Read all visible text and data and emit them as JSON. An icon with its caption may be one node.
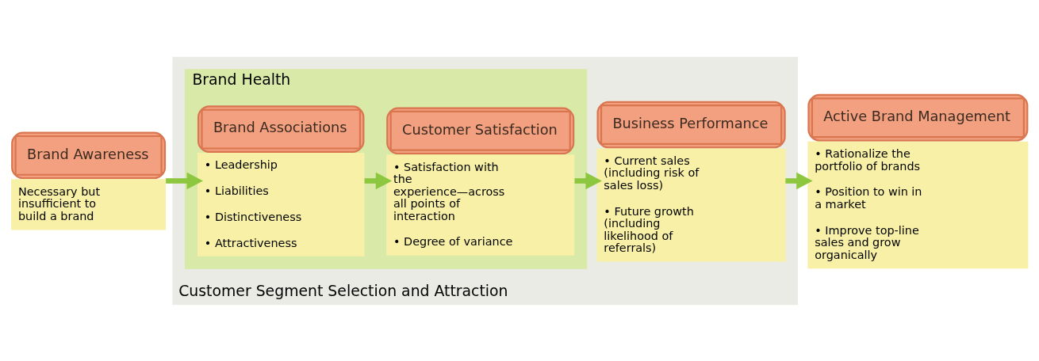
{
  "diagram": {
    "nodes": [
      {
        "text": [
          "Brand Awareness",
          "Necessary but insufficient to build a brand"
        ]
      },
      {
        "text": [
          "Customer Segment Selection and Attraction"
        ]
      },
      {
        "text": [
          "Brand Health"
        ],
        "in": 1
      },
      {
        "text": [
          "Brand Associations",
          "• Leadership",
          "• Liabilities",
          "• Distinctiveness",
          "• Attractiveness"
        ],
        "in": 2
      },
      {
        "text": [
          "Customer Satisfaction",
          "• Satisfaction with the experience—across all points of interaction",
          "• Degree of variance"
        ],
        "in": 2
      },
      {
        "text": [
          "Business Performance",
          "• Current sales (including risk of sales loss)",
          "• Future growth (including likelihood of referrals)"
        ],
        "in": 1
      },
      {
        "text": [
          "Active Brand Management",
          "• Rationalize the portfolio of brands",
          "• Position to win in a market",
          "• Improve top-line sales and grow organically"
        ]
      }
    ],
    "edges": [
      {
        "from": 0,
        "to": 3,
        "arrow": "to"
      },
      {
        "from": 3,
        "to": 4,
        "arrow": "to"
      },
      {
        "from": 4,
        "to": 5,
        "arrow": "to"
      },
      {
        "from": 5,
        "to": 6,
        "arrow": "to"
      }
    ]
  }
}
